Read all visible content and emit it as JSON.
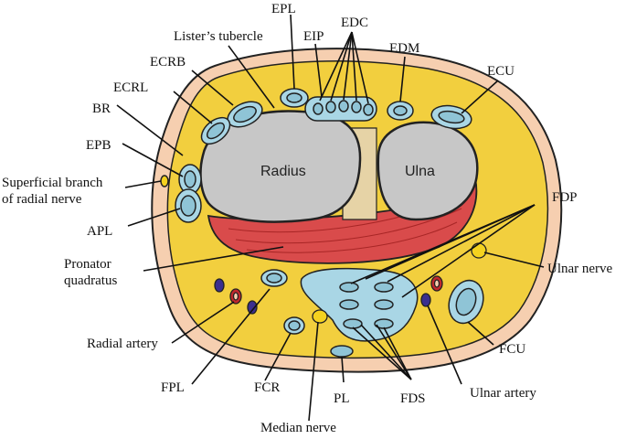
{
  "labels": {
    "epl": "EPL",
    "edc": "EDC",
    "listers_tubercle": "Lister’s tubercle",
    "eip": "EIP",
    "edm": "EDM",
    "ecrb": "ECRB",
    "ecu": "ECU",
    "ecrl": "ECRL",
    "br": "BR",
    "epb": "EPB",
    "superficial_branch_1": "Superficial branch",
    "superficial_branch_2": "of radial nerve",
    "apl": "APL",
    "pronator_1": "Pronator",
    "pronator_2": "quadratus",
    "radial_artery": "Radial artery",
    "fpl": "FPL",
    "fcr": "FCR",
    "pl": "PL",
    "median_nerve": "Median nerve",
    "fds": "FDS",
    "ulnar_artery": "Ulnar artery",
    "fcu": "FCU",
    "ulnar_nerve": "Ulnar nerve",
    "fdp": "FDP",
    "radius": "Radius",
    "ulna": "Ulna"
  },
  "colors": {
    "skin": "#f6cfb0",
    "fat": "#f2cf3e",
    "bone": "#c7c7c7",
    "interosseous": "#e6d3a6",
    "tendon": "#a9d6e5",
    "muscle": "#d94b4b",
    "artery": "#c0282d",
    "vein": "#3b2f8f",
    "nerve": "#f4d21f"
  }
}
